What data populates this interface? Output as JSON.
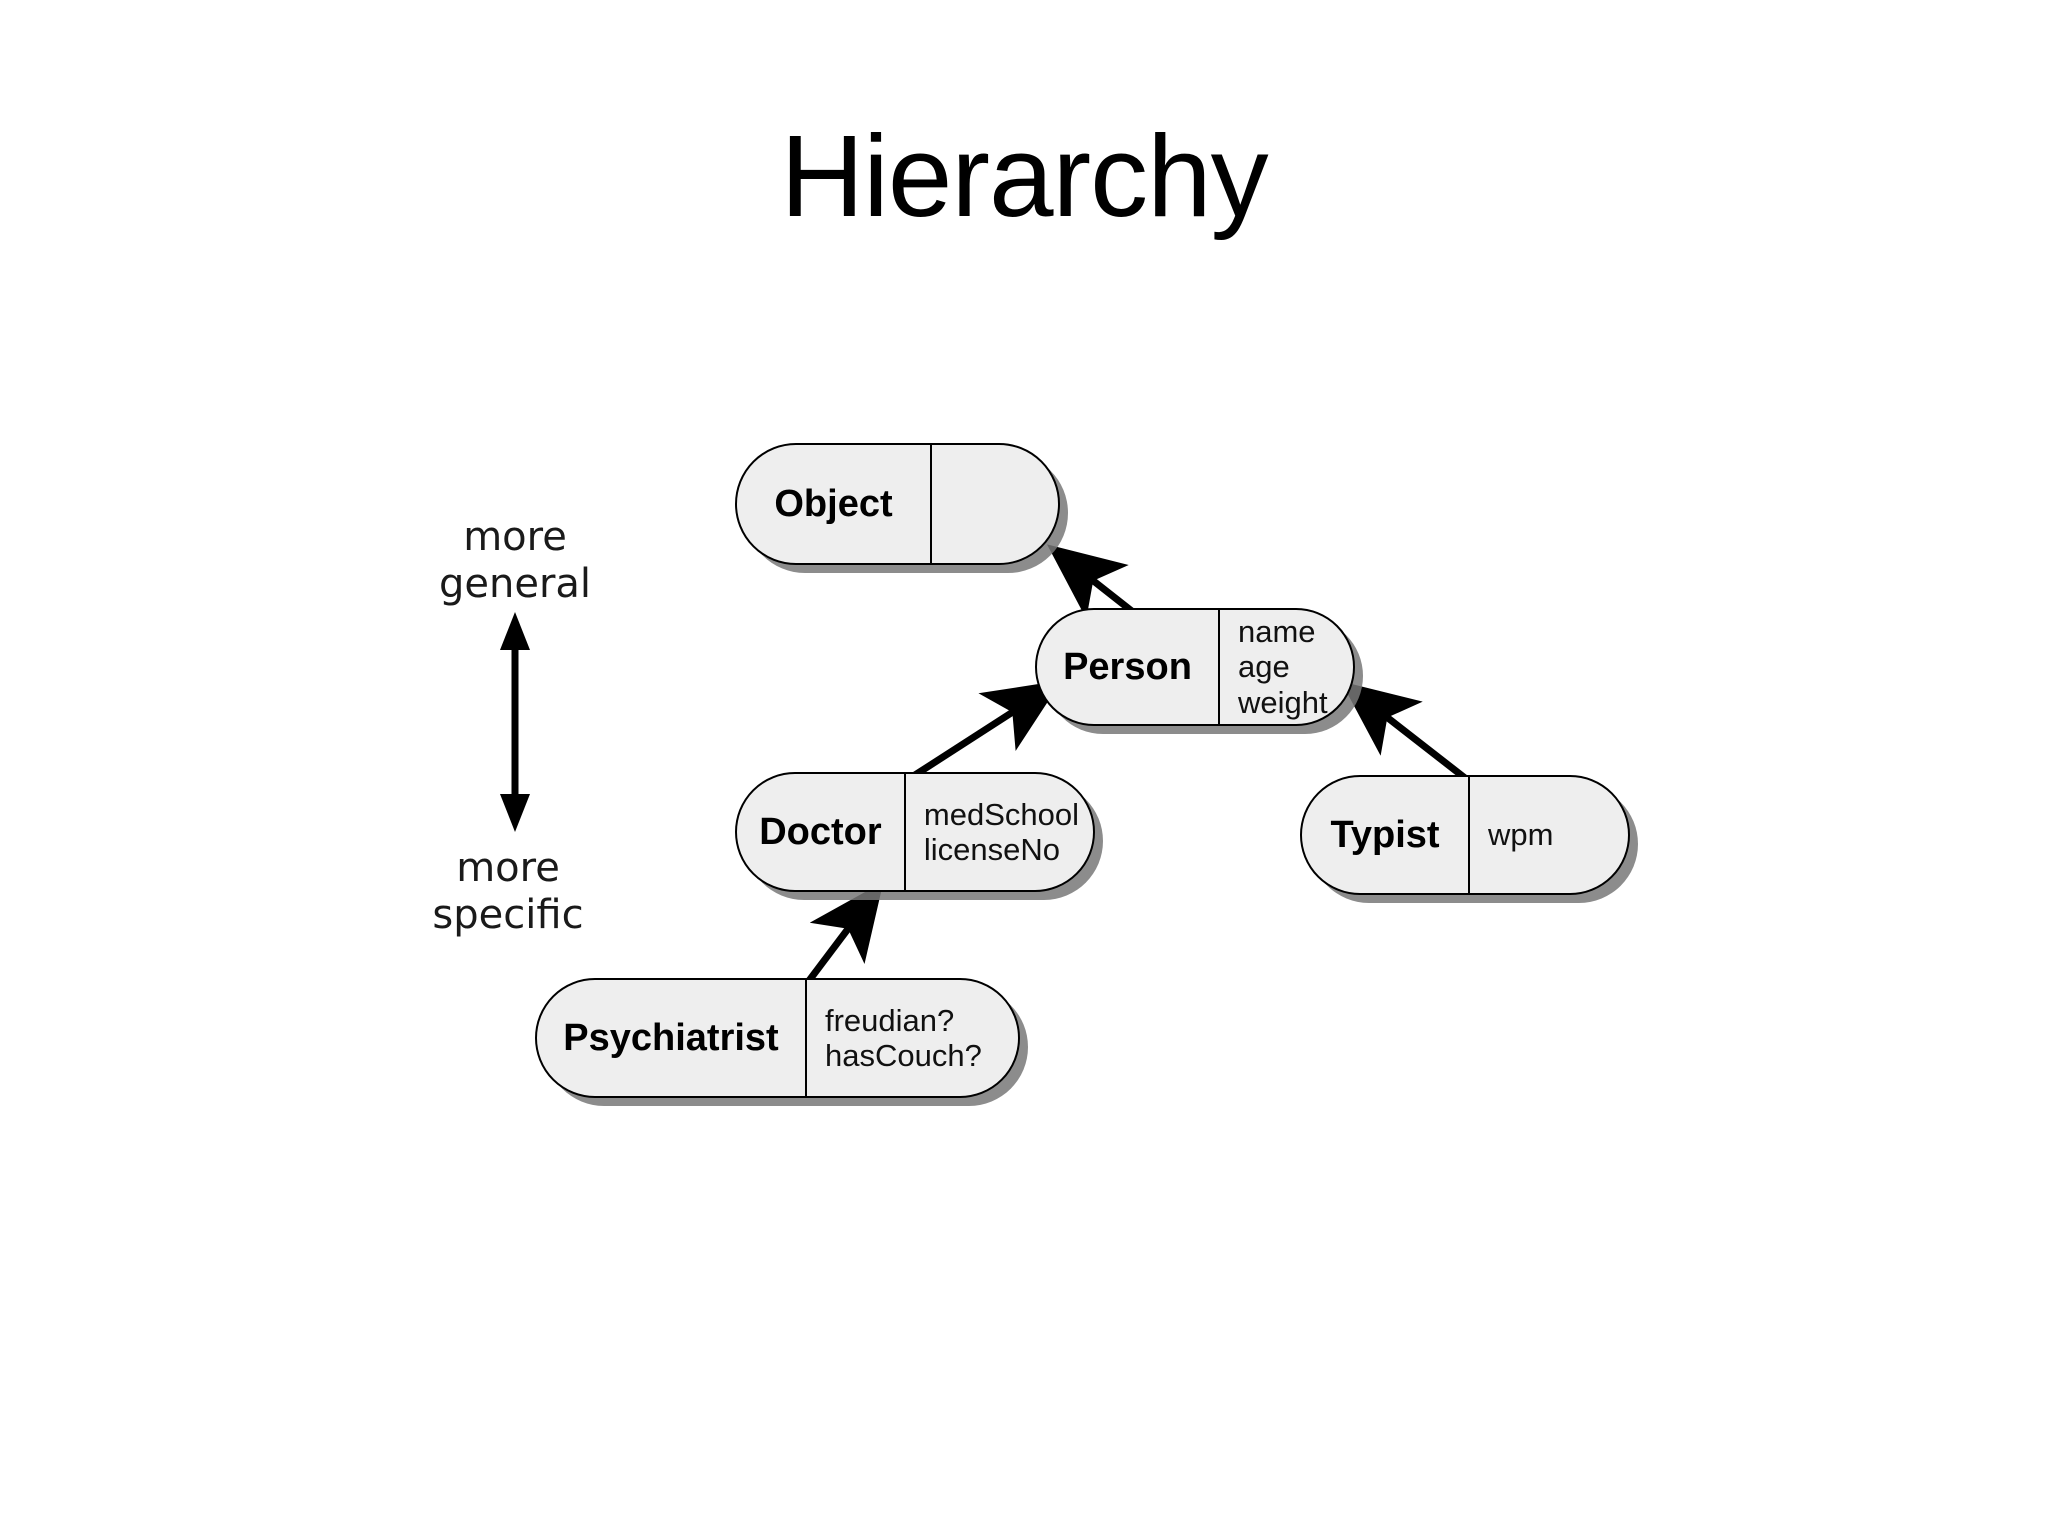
{
  "slide": {
    "title": "Hierarchy",
    "background_color": "#ffffff"
  },
  "axis": {
    "top_label": "more\ngeneral",
    "bottom_label": "more\nspecific",
    "arrow_name": "double-headed-vertical-arrow"
  },
  "diagram": {
    "type": "class-hierarchy",
    "node_fill_color": "#eeeeee",
    "node_border_color": "#000000",
    "shadow_color": "#787878",
    "nodes": [
      {
        "id": "object",
        "name": "Object",
        "attributes": []
      },
      {
        "id": "person",
        "name": "Person",
        "attributes": [
          "name",
          "age",
          "weight"
        ]
      },
      {
        "id": "doctor",
        "name": "Doctor",
        "attributes": [
          "medSchool",
          "licenseNo"
        ]
      },
      {
        "id": "typist",
        "name": "Typist",
        "attributes": [
          "wpm"
        ]
      },
      {
        "id": "psychiatrist",
        "name": "Psychiatrist",
        "attributes": [
          "freudian?",
          "hasCouch?"
        ]
      }
    ],
    "edges": [
      {
        "from": "person",
        "to": "object",
        "arrowhead": "filled-triangle"
      },
      {
        "from": "doctor",
        "to": "person",
        "arrowhead": "filled-triangle"
      },
      {
        "from": "typist",
        "to": "person",
        "arrowhead": "filled-triangle"
      },
      {
        "from": "psychiatrist",
        "to": "doctor",
        "arrowhead": "filled-triangle"
      }
    ]
  }
}
